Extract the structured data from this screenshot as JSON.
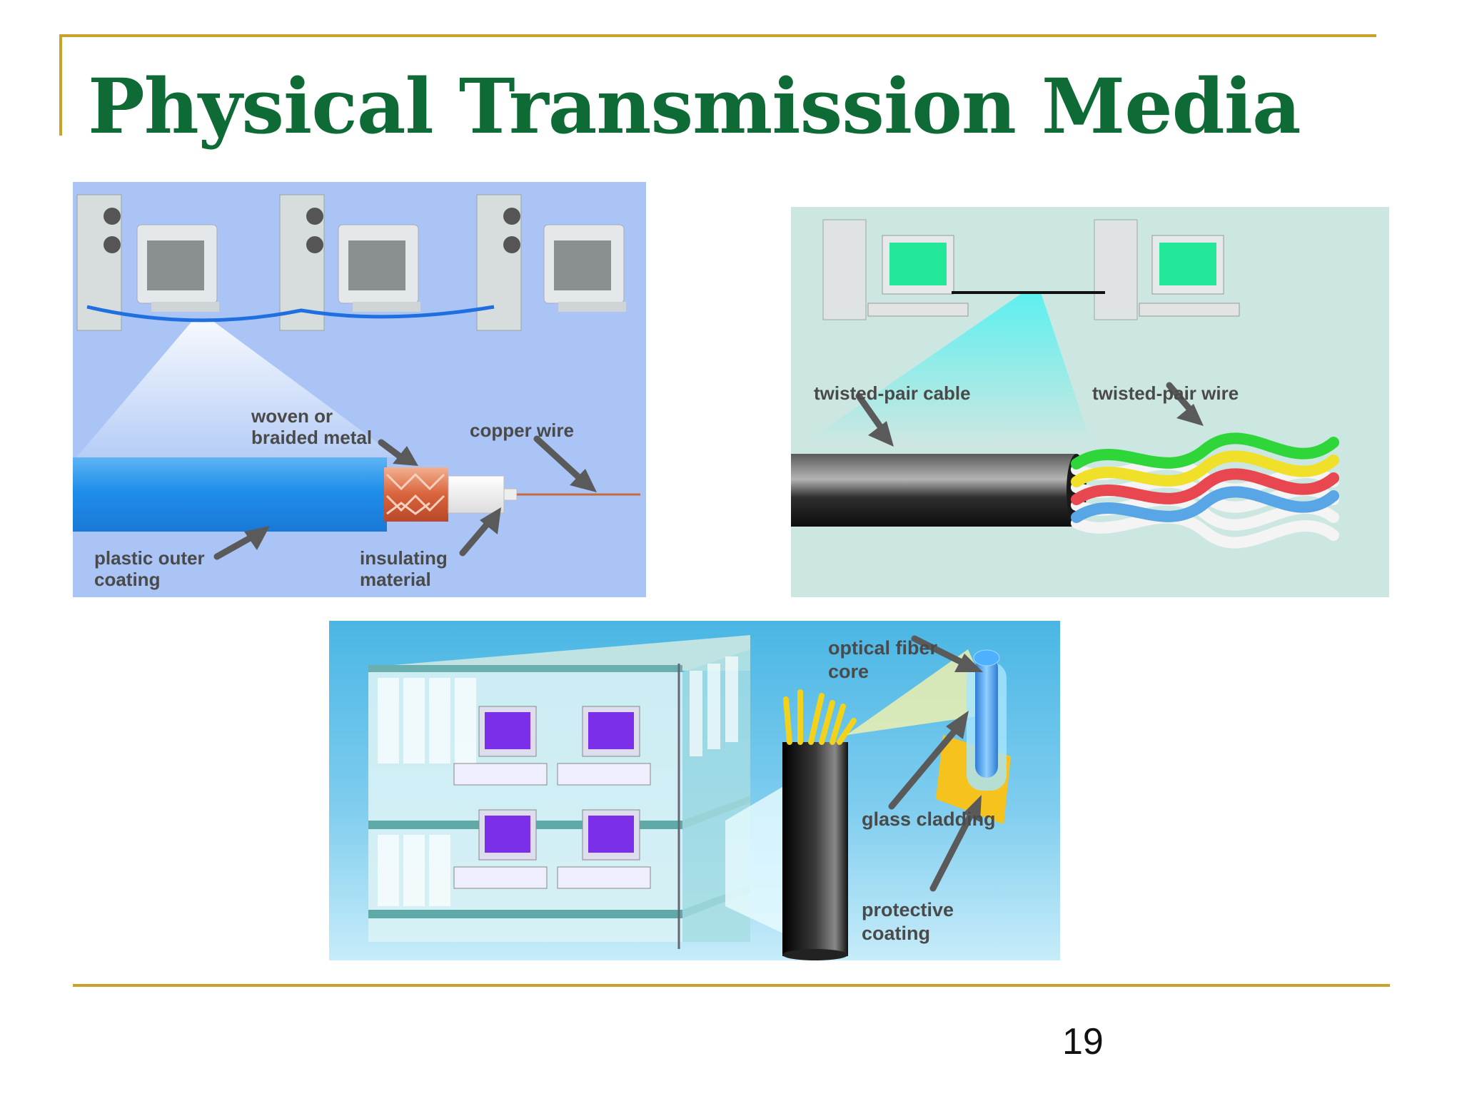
{
  "slide": {
    "title": "Physical Transmission Media",
    "page_number": "19"
  },
  "coax": {
    "labels": {
      "woven_1": "woven or",
      "woven_2": "braided metal",
      "copper": "copper wire",
      "plastic_1": "plastic outer",
      "plastic_2": "coating",
      "insul_1": "insulating",
      "insul_2": "material"
    }
  },
  "twisted": {
    "labels": {
      "cable": "twisted-pair cable",
      "wire": "twisted-pair wire"
    },
    "wire_colors": [
      "#2fd63a",
      "#f0e02a",
      "#e8474f",
      "#58a6e6"
    ]
  },
  "fiber": {
    "labels": {
      "core_1": "optical fiber",
      "core_2": "core",
      "cladding": "glass cladding",
      "coat_1": "protective",
      "coat_2": "coating"
    }
  },
  "colors": {
    "title": "#0e6b35",
    "rule": "#c9a227",
    "label": "#4a4a4a"
  }
}
